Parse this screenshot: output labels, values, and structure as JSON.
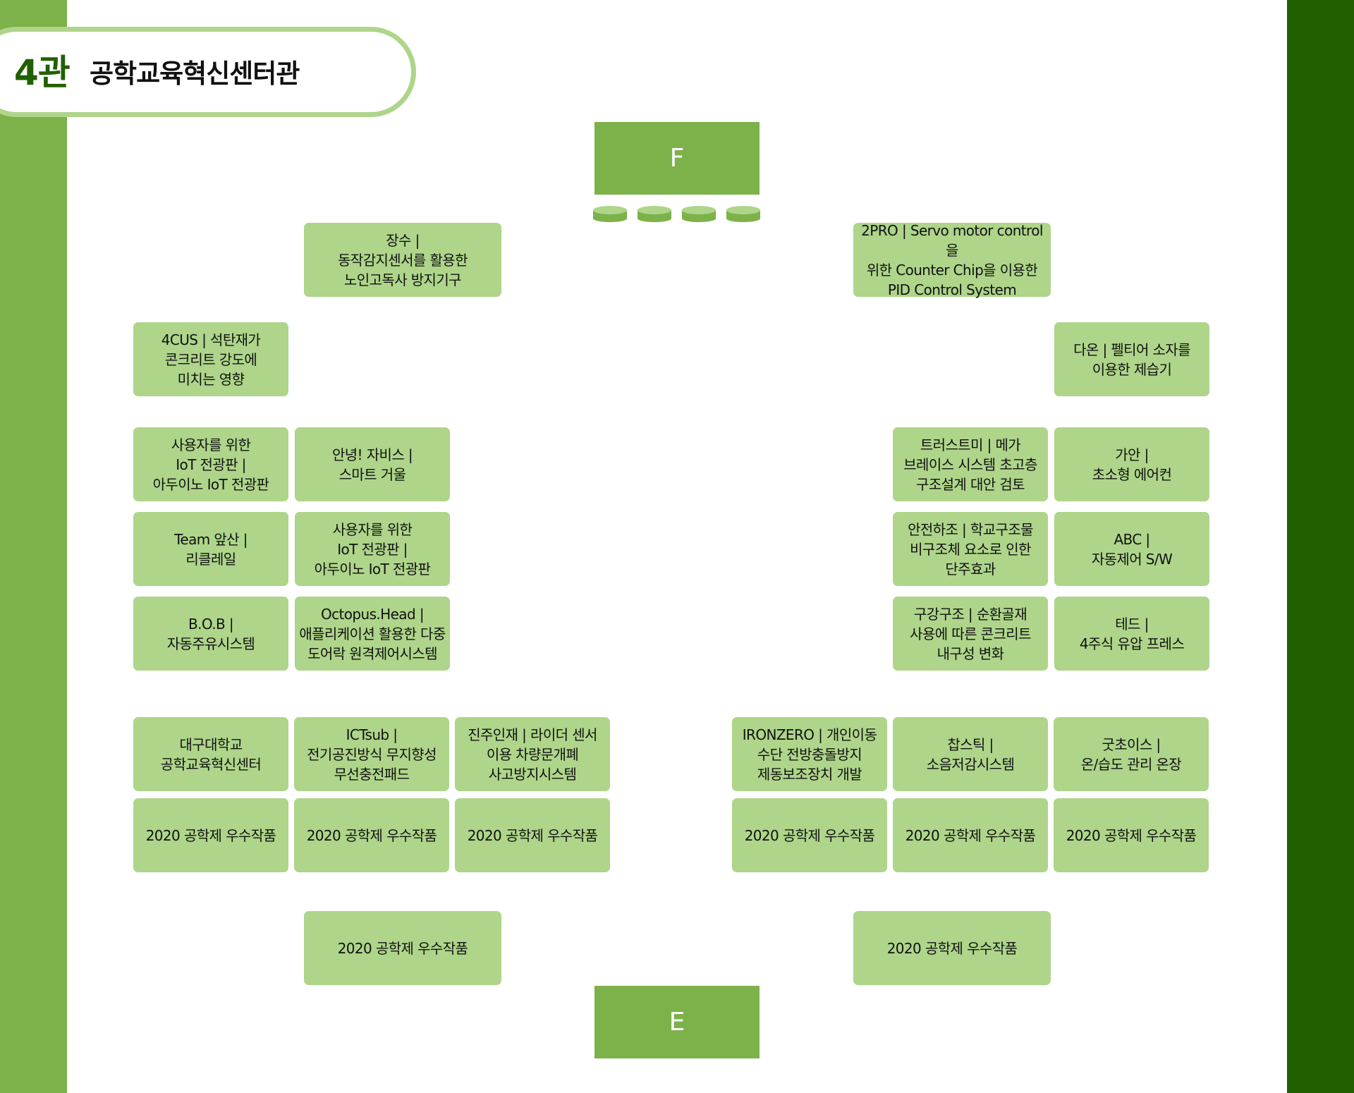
{
  "header": {
    "hall_number": "4관",
    "hall_name": "공학교육혁신센터관"
  },
  "doors": {
    "top": "F",
    "bottom": "E"
  },
  "booths": {
    "jangsu": "장수 |\n동작감지센서를 활용한\n노인고독사 방지기구",
    "twopro": "2PRO | Servo motor control을\n위한 Counter Chip을 이용한\nPID Control System",
    "fourcus": "4CUS | 석탄재가\n콘크리트 강도에\n미치는 영향",
    "daon": "다온 | 펠티어 소자를\n이용한 제습기",
    "iot_board_1": "사용자를 위한\nIoT 전광판 |\n아두이노 IoT 전광판",
    "jarvis": "안녕! 자비스 |\n스마트 거울",
    "trustme": "트러스트미 | 메가\n브레이스 시스템 초고층\n구조설계 대안 검토",
    "gaan": "가안 |\n초소형 에어컨",
    "team_apsan": "Team 앞산 |\n리클레일",
    "iot_board_2": "사용자를 위한\nIoT 전광판 |\n아두이노 IoT 전광판",
    "safety": "안전하조 | 학교구조물\n비구조체 요소로 인한\n단주효과",
    "abc": "ABC |\n자동제어 S/W",
    "bob": "B.O.B |\n자동주유시스템",
    "octopus": "Octopus.Head |\n애플리케이션 활용한 다중\n도어락 원격제어시스템",
    "gugang": "구강구조 | 순환골재\n사용에 따른 콘크리트\n내구성 변화",
    "ted": "테드 |\n4주식 유압 프레스",
    "daegu": "대구대학교\n공학교육혁신센터",
    "ictsub": "ICTsub |\n전기공진방식 무지향성\n무선충전패드",
    "jinju": "진주인재 | 라이더 센서\n이용 차량문개폐\n사고방지시스템",
    "ironzero": "IRONZERO | 개인이동\n수단 전방충돌방지\n제동보조장치 개발",
    "chapstick": "찹스틱 |\n소음저감시스템",
    "goodchoice": "굿초이스 |\n온/습도 관리 온장",
    "award": "2020 공학제 우수작품"
  },
  "colors": {
    "left_bar": "#7cb249",
    "right_bar": "#216001",
    "box": "#aed58a",
    "door": "#7cb249"
  }
}
